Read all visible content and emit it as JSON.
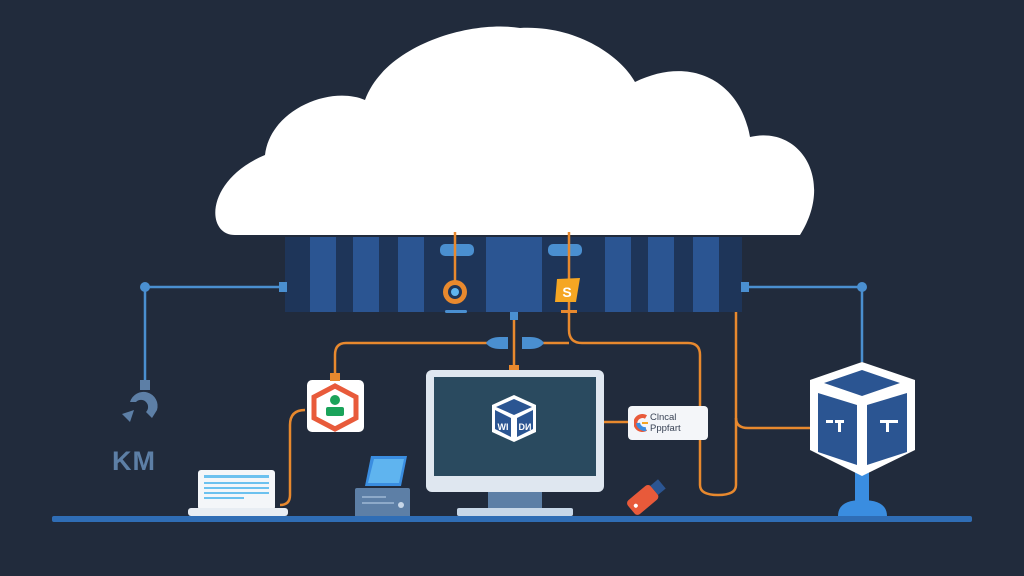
{
  "diagram": {
    "title": "",
    "background_color": "#212b3c",
    "colors": {
      "cloud": "#ffffff",
      "rack_dark": "#1e3559",
      "rack_light": "#2b5592",
      "connector_blue": "#4a8fd0",
      "wire_orange": "#e8892e",
      "accent_red": "#e85a3a",
      "accent_green": "#1aa35a",
      "accent_yellow": "#f5a623",
      "floor_line": "#2f6db5"
    },
    "nodes": [
      {
        "id": "cloud",
        "label": "",
        "icon": "cloud-icon"
      },
      {
        "id": "server-rack",
        "label": "",
        "icon": "server-rack-icon"
      },
      {
        "id": "gear-node",
        "label": "",
        "icon": "gear-icon"
      },
      {
        "id": "s-node",
        "label": "S",
        "icon": "s-tag-icon"
      },
      {
        "id": "km-node",
        "label": "KM",
        "icon": "hook-icon"
      },
      {
        "id": "user-node",
        "label": "",
        "icon": "user-hexagon-icon"
      },
      {
        "id": "laptop",
        "label": "",
        "icon": "laptop-icon"
      },
      {
        "id": "printer",
        "label": "",
        "icon": "printer-icon"
      },
      {
        "id": "monitor",
        "label": "WI DИ",
        "icon": "monitor-cube-icon"
      },
      {
        "id": "badge",
        "label_line1": "Clncal",
        "label_line2": "Pppfart",
        "icon": "google-c-icon"
      },
      {
        "id": "usb",
        "label": "",
        "icon": "usb-drive-icon"
      },
      {
        "id": "cube-node",
        "label": "",
        "icon": "cube-stand-icon"
      }
    ],
    "labels": {
      "km": "KM",
      "s_tag": "S",
      "monitor_left": "WI",
      "monitor_right": "DИ",
      "badge_line1": "Clncal",
      "badge_line2": "Pppfart"
    }
  }
}
